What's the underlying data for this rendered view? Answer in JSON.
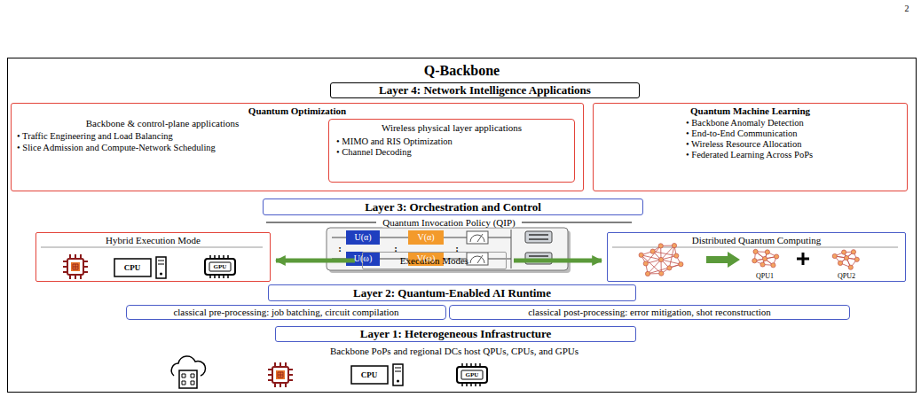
{
  "diagram": {
    "nodes": [
      {
        "text": [
          "Q-Backbone"
        ]
      },
      {
        "text": [
          "Layer 4: Network Intelligence Applications"
        ],
        "in": 0
      },
      {
        "text": [
          "Quantum Optimization",
          "Backbone & control-plane applications",
          "• Traffic Engineering and Load Balancing",
          "• Slice Admission and Compute-Network Scheduling"
        ],
        "in": 0
      },
      {
        "text": [
          "Wireless physical layer applications",
          "• MIMO and RIS Optimization",
          "• Channel Decoding"
        ],
        "in": 2
      },
      {
        "text": [
          "Quantum Machine Learning",
          "• Backbone Anomaly Detection",
          "• End-to-End Communication",
          "• Wireless Resource Allocation",
          "• Federated Learning Across PoPs"
        ],
        "in": 0
      },
      {
        "text": [
          "Layer 3: Orchestration and Control"
        ],
        "in": 0
      },
      {
        "text": [
          "Hybrid Execution Mode"
        ],
        "in": 0
      },
      {
        "text": [
          "Execution Modes"
        ],
        "in": 0
      },
      {
        "text": [
          "Distributed Quantum Computing"
        ],
        "in": 0
      },
      {
        "text": [
          "Layer 2: Quantum-Enabled AI Runtime"
        ],
        "in": 0
      },
      {
        "text": [
          "classical pre-processing: job batching, circuit compilation"
        ],
        "in": 0
      },
      {
        "text": [
          "classical post-processing: error mitigation, shot reconstruction"
        ],
        "in": 0
      },
      {
        "text": [
          "Layer 1: Heterogeneous Infrastructure"
        ],
        "in": 0
      }
    ],
    "edges": [
      {
        "from": 7,
        "to": 6,
        "arrow": "to"
      },
      {
        "from": 7,
        "to": 8,
        "arrow": "to"
      }
    ],
    "labels": [
      "2",
      "Quantum Invocation Policy (QIP)",
      ":",
      ":",
      ":",
      "U(α)",
      "V(α)",
      "U(ω)",
      "V(ω)",
      "CPU",
      "GPU",
      "QPU1",
      "QPU2",
      "Backbone PoPs and regional DCs host QPUs, CPUs, and GPUs",
      "CPU",
      "GPU"
    ]
  }
}
